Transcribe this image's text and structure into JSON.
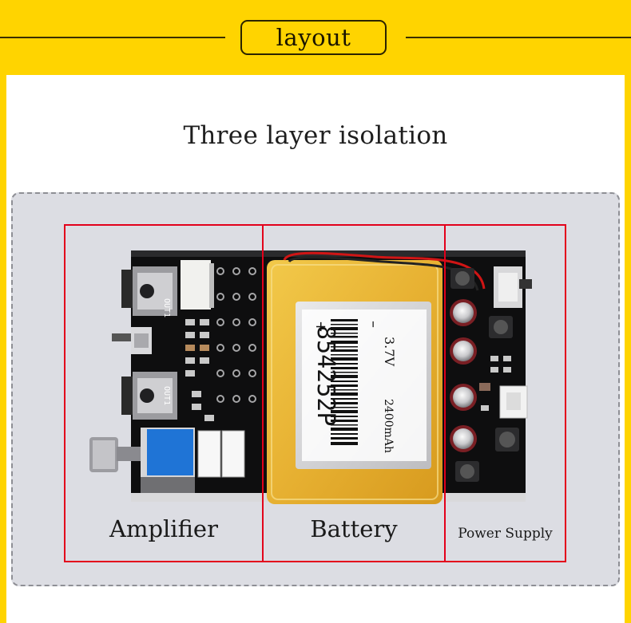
{
  "header": {
    "badge_label": "layout"
  },
  "main": {
    "title": "Three layer isolation"
  },
  "sections": [
    {
      "id": "amplifier",
      "label": "Amplifier"
    },
    {
      "id": "battery",
      "label": "Battery"
    },
    {
      "id": "power",
      "label": "Power Supply"
    }
  ],
  "battery_label": {
    "minus": "–",
    "plus": "+",
    "voltage": "3.7V",
    "capacity": "2400mAh",
    "model": "854252P"
  },
  "board_marks": {
    "out1_top": "OUT1",
    "out1_bottom": "OUT1"
  },
  "colors": {
    "background": "#ffd400",
    "accent_red": "#e3001b",
    "pcb": "#111111",
    "battery_gold": "#e8b938"
  }
}
